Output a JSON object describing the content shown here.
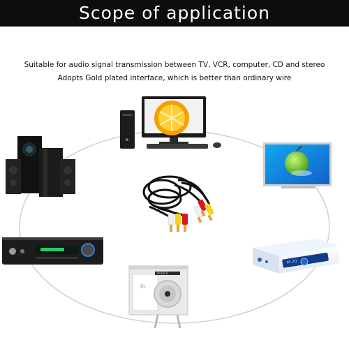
{
  "banner": {
    "title": "Scope of application"
  },
  "description": {
    "line1": "Suitable for audio signal transmission between TV, VCR, computer, CD and stereo",
    "line2": "Adopts Gold plated interface, which is better than ordinary wire"
  },
  "device_labels": {
    "cd_brand": "JBL",
    "cd_display": "DVD/CD",
    "set_top_display": "M-20"
  },
  "colors": {
    "banner_bg": "#0d0d0d",
    "ring": "#cfcfcf",
    "rca_red": "#d8191c",
    "rca_yellow": "#f4d21d",
    "rca_white": "#f1f1f1",
    "gold": "#d6a93a"
  },
  "devices": [
    {
      "name": "desktop-computer",
      "icon": "computer-icon"
    },
    {
      "name": "speaker-system",
      "icon": "speaker-icon"
    },
    {
      "name": "television",
      "icon": "tv-icon"
    },
    {
      "name": "av-receiver",
      "icon": "receiver-icon"
    },
    {
      "name": "set-top-box",
      "icon": "set-top-box-icon"
    },
    {
      "name": "cd-player",
      "icon": "cd-player-icon"
    },
    {
      "name": "rca-cable",
      "icon": "rca-cable-icon"
    }
  ]
}
